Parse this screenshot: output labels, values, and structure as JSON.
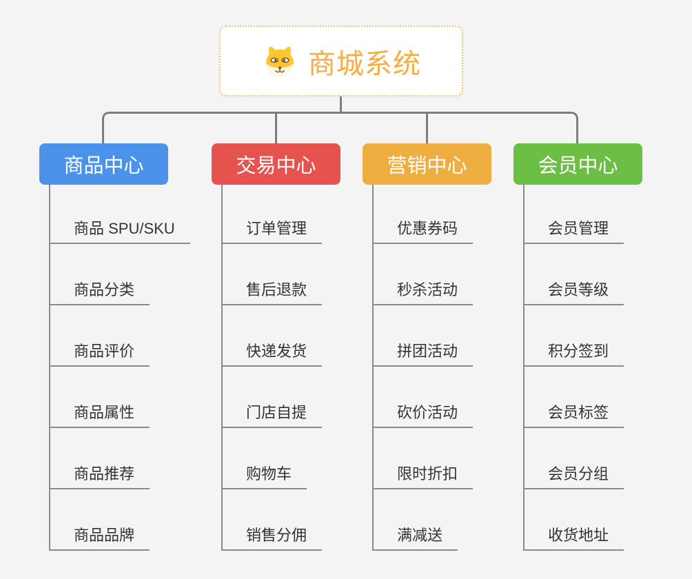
{
  "root": {
    "title": "商城系统",
    "icon": "dog-face-icon",
    "accent_color": "#f8ac41",
    "border_color": "#f2c06c"
  },
  "connector_color": "#7d7d7d",
  "underline_color": "#8a8a8a",
  "branches": [
    {
      "label": "商品中心",
      "color": "#4b92ea",
      "children": [
        "商品 SPU/SKU",
        "商品分类",
        "商品评价",
        "商品属性",
        "商品推荐",
        "商品品牌"
      ]
    },
    {
      "label": "交易中心",
      "color": "#e5534f",
      "children": [
        "订单管理",
        "售后退款",
        "快递发货",
        "门店自提",
        "购物车",
        "销售分佣"
      ]
    },
    {
      "label": "营销中心",
      "color": "#efae41",
      "children": [
        "优惠券码",
        "秒杀活动",
        "拼团活动",
        "砍价活动",
        "限时折扣",
        "满减送"
      ]
    },
    {
      "label": "会员中心",
      "color": "#6cbe45",
      "children": [
        "会员管理",
        "会员等级",
        "积分签到",
        "会员标签",
        "会员分组",
        "收货地址"
      ]
    }
  ]
}
